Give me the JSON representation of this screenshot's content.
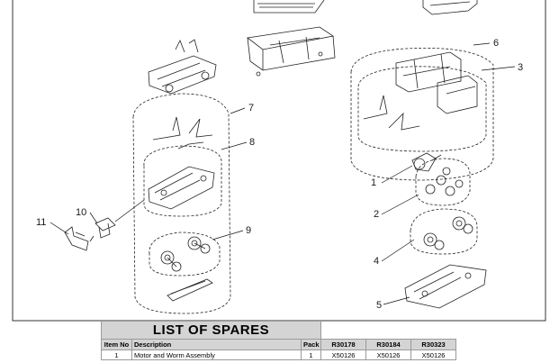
{
  "diagram": {
    "callouts": [
      "1",
      "2",
      "3",
      "4",
      "5",
      "6",
      "7",
      "8",
      "9",
      "10",
      "11"
    ]
  },
  "spares": {
    "title": "LIST OF SPARES",
    "headers": {
      "item_no": "Item No",
      "description": "Description",
      "pack": "Pack",
      "codes": [
        "R30178",
        "R30184",
        "R30323"
      ]
    },
    "rows": [
      {
        "item_no": "1",
        "description": "Motor and Worm Assembly",
        "pack": "1",
        "parts": [
          "X50126",
          "X50126",
          "X50126"
        ]
      }
    ]
  }
}
